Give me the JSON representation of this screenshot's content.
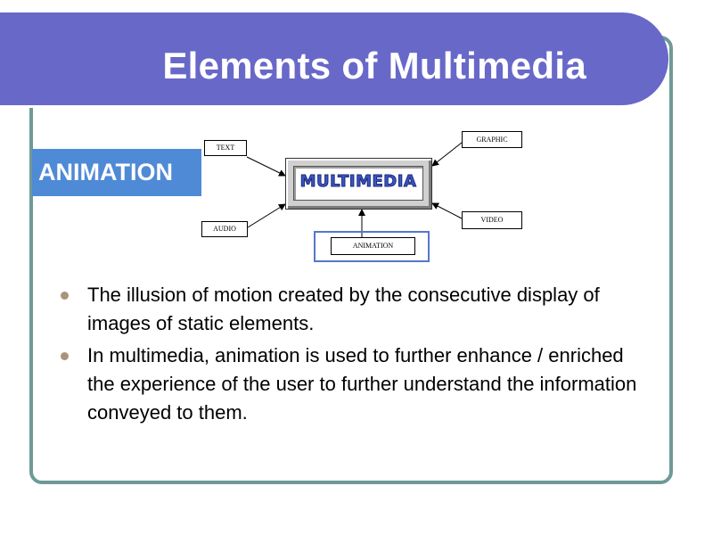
{
  "slide": {
    "title": "Elements of Multimedia",
    "section_label": "ANIMATION",
    "colors": {
      "banner": "#6868c9",
      "frame": "#6e9a96",
      "label_bg": "#4f8ad6",
      "bullet": "#a9947a"
    }
  },
  "diagram": {
    "center": "MULTIMEDIA",
    "text": "TEXT",
    "audio": "AUDIO",
    "graphic": "GRAPHIC",
    "video": "VIDEO",
    "animation": "ANIMATION"
  },
  "bullets": [
    "The illusion of motion created by the consecutive display of images of static elements.",
    "In multimedia, animation is used to further enhance / enriched the experience of the user to further understand the information conveyed to them."
  ]
}
